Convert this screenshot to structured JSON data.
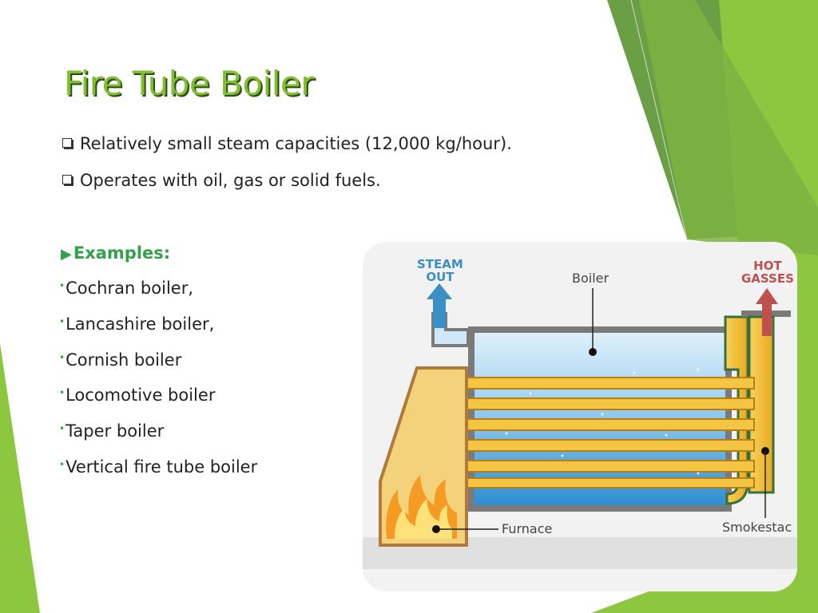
{
  "slide": {
    "title": "Fire Tube Boiler",
    "bullets": [
      "Relatively small steam capacities (12,000 kg/hour).",
      "Operates with oil, gas or solid fuels."
    ],
    "examples_heading": "Examples:",
    "examples": [
      "Cochran boiler,",
      "Lancashire boiler,",
      "Cornish boiler",
      "Locomotive boiler",
      "Taper boiler",
      "Vertical fire tube boiler"
    ]
  },
  "diagram": {
    "labels": {
      "steam_out_line1": "STEAM",
      "steam_out_line2": "OUT",
      "boiler": "Boiler",
      "hot_gasses_line1": "HOT",
      "hot_gasses_line2": "GASSES",
      "furnace": "Furnace",
      "smokestack": "Smokestac"
    }
  },
  "colors": {
    "title_green": "#7fbf2e",
    "accent_green": "#33a04a",
    "steam_blue": "#3a8fc4",
    "hot_red": "#c0504d",
    "tube_yellow": "#f4c542",
    "water_blue": "#4aa6dc"
  }
}
